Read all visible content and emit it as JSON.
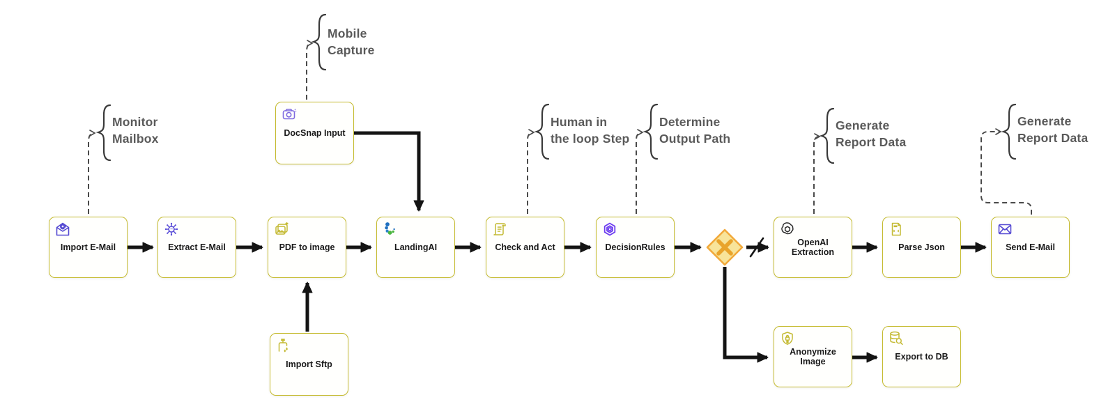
{
  "diagram": {
    "title": "document-processing-workflow",
    "colors": {
      "node_border": "#c5bb2f",
      "node_fill": "#fffffd",
      "arrow": "#141414",
      "annotation_text": "#5a5a5a",
      "gateway_fill": "#f8e49a",
      "gateway_stroke": "#f2a93b",
      "gateway_x": "#e9a42c",
      "icon_purple": "#5449d2",
      "icon_olive": "#c4ba33"
    },
    "nodes": [
      {
        "label": "Import E-Mail"
      },
      {
        "label": "Extract E-Mail"
      },
      {
        "label": "PDF to image"
      },
      {
        "label": "LandingAI"
      },
      {
        "label": "Check and Act"
      },
      {
        "label": "DecisionRules"
      },
      {
        "label": "OpenAI Extraction"
      },
      {
        "label": "Parse Json"
      },
      {
        "label": "Send E-Mail"
      },
      {
        "label": "DocSnap Input"
      },
      {
        "label": "Import Sftp"
      },
      {
        "label": "Anonymize Image"
      },
      {
        "label": "Export to DB"
      }
    ],
    "gateway": {
      "type": "exclusive-x"
    },
    "annotations": [
      {
        "lines": [
          "Monitor",
          "Mailbox"
        ]
      },
      {
        "lines": [
          "Mobile",
          "Capture"
        ]
      },
      {
        "lines": [
          "Human in",
          "the loop Step"
        ]
      },
      {
        "lines": [
          "Determine",
          "Output Path"
        ]
      },
      {
        "lines": [
          "Generate",
          "Report Data"
        ]
      },
      {
        "lines": [
          "Generate",
          "Report Data"
        ]
      }
    ]
  }
}
